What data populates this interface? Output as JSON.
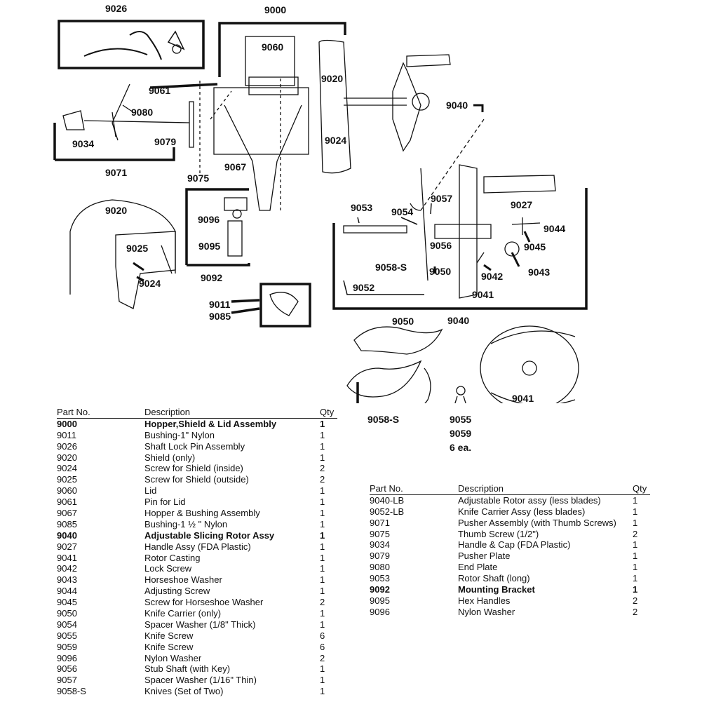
{
  "diagram": {
    "labels": [
      "9026",
      "9000",
      "9060",
      "9061",
      "9080",
      "9020",
      "9040",
      "9034",
      "9079",
      "9024",
      "9071",
      "9075",
      "9067",
      "9027",
      "9053",
      "9054",
      "9057",
      "9044",
      "9020",
      "9096",
      "9056",
      "9045",
      "9025",
      "9095",
      "9058-S",
      "9050",
      "9042",
      "9043",
      "9024",
      "9092",
      "9052",
      "9041",
      "9011",
      "9085",
      "9040",
      "9050",
      "9041",
      "9058-S",
      "9055",
      "9059",
      "6 ea."
    ]
  },
  "left_table": {
    "headers": {
      "part": "Part No.",
      "desc": "Description",
      "qty": "Qty"
    },
    "rows": [
      {
        "part": "9000",
        "desc": "Hopper,Shield & Lid Assembly",
        "qty": "1",
        "bold": true
      },
      {
        "part": "9011",
        "desc": "Bushing-1\" Nylon",
        "qty": "1"
      },
      {
        "part": "9026",
        "desc": "Shaft Lock Pin Assembly",
        "qty": "1"
      },
      {
        "part": "9020",
        "desc": "Shield (only)",
        "qty": "1"
      },
      {
        "part": "9024",
        "desc": "Screw for Shield (inside)",
        "qty": "2"
      },
      {
        "part": "9025",
        "desc": "Screw for Shield (outside)",
        "qty": "2"
      },
      {
        "part": "9060",
        "desc": "Lid",
        "qty": "1"
      },
      {
        "part": "9061",
        "desc": "Pin for Lid",
        "qty": "1"
      },
      {
        "part": "9067",
        "desc": "Hopper & Bushing Assembly",
        "qty": "1"
      },
      {
        "part": "9085",
        "desc": "Bushing-1 ½ \" Nylon",
        "qty": "1"
      },
      {
        "part": "9040",
        "desc": "Adjustable Slicing Rotor Assy",
        "qty": "1",
        "bold": true
      },
      {
        "part": "9027",
        "desc": "Handle Assy (FDA Plastic)",
        "qty": "1"
      },
      {
        "part": "9041",
        "desc": "Rotor Casting",
        "qty": "1"
      },
      {
        "part": "9042",
        "desc": "Lock Screw",
        "qty": "1"
      },
      {
        "part": "9043",
        "desc": "Horseshoe Washer",
        "qty": "1"
      },
      {
        "part": "9044",
        "desc": "Adjusting Screw",
        "qty": "1"
      },
      {
        "part": "9045",
        "desc": "Screw for Horseshoe Washer",
        "qty": "2"
      },
      {
        "part": "9050",
        "desc": "Knife Carrier (only)",
        "qty": "1"
      },
      {
        "part": "9054",
        "desc": "Spacer Washer (1/8\" Thick)",
        "qty": "1"
      },
      {
        "part": "9055",
        "desc": "Knife Screw",
        "qty": "6"
      },
      {
        "part": "9059",
        "desc": "Knife Screw",
        "qty": "6"
      },
      {
        "part": "9096",
        "desc": "Nylon Washer",
        "qty": "2"
      },
      {
        "part": "9056",
        "desc": "Stub Shaft (with Key)",
        "qty": "1"
      },
      {
        "part": "9057",
        "desc": "Spacer Washer (1/16\" Thin)",
        "qty": "1"
      },
      {
        "part": "9058-S",
        "desc": "Knives (Set of Two)",
        "qty": "1"
      }
    ]
  },
  "right_table": {
    "headers": {
      "part": "Part No.",
      "desc": "Description",
      "qty": "Qty"
    },
    "rows": [
      {
        "part": "9040-LB",
        "desc": "Adjustable Rotor assy (less blades)",
        "qty": "1"
      },
      {
        "part": "9052-LB",
        "desc": "Knife Carrier Assy (less blades)",
        "qty": "1"
      },
      {
        "part": "9071",
        "desc": "Pusher Assembly (with Thumb Screws)",
        "qty": "1"
      },
      {
        "part": "9075",
        "desc": "Thumb Screw (1/2\")",
        "qty": "2"
      },
      {
        "part": "9034",
        "desc": "Handle & Cap (FDA Plastic)",
        "qty": "1"
      },
      {
        "part": "9079",
        "desc": "Pusher Plate",
        "qty": "1"
      },
      {
        "part": "9080",
        "desc": "End Plate",
        "qty": "1"
      },
      {
        "part": "9053",
        "desc": "Rotor Shaft (long)",
        "qty": "1"
      },
      {
        "part": "9092",
        "desc": "Mounting Bracket",
        "qty": "1",
        "bold": true
      },
      {
        "part": "9095",
        "desc": "Hex Handles",
        "qty": "2"
      },
      {
        "part": "9096",
        "desc": "Nylon Washer",
        "qty": "2"
      }
    ]
  }
}
